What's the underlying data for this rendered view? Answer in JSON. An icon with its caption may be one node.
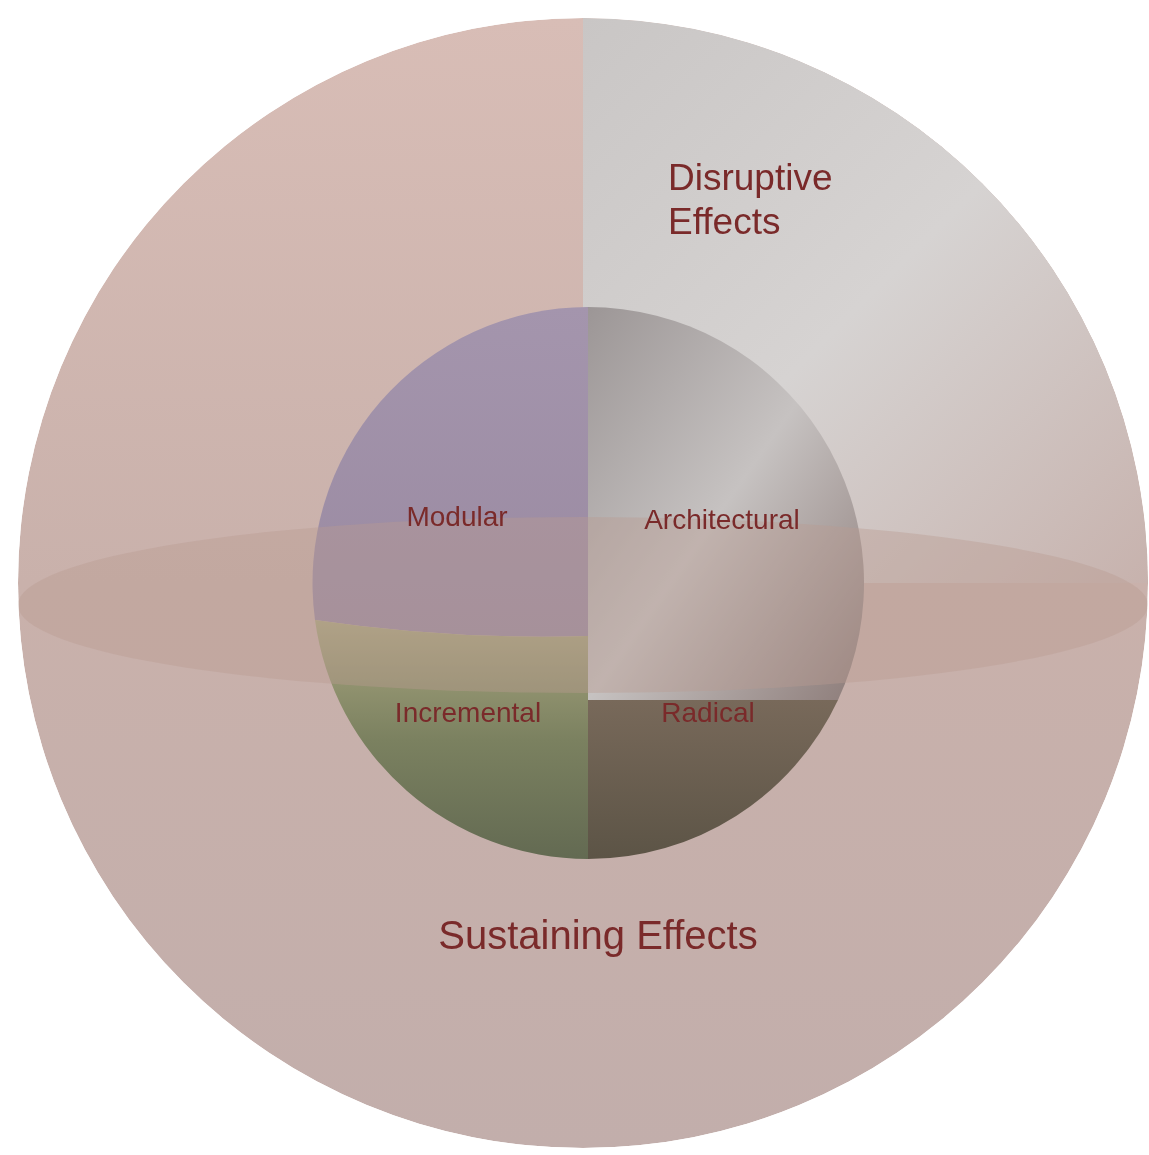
{
  "diagram": {
    "nodes": [
      {
        "text": [
          "Sustaining Effects"
        ]
      },
      {
        "text": [
          "Disruptive Effects"
        ],
        "in": 0
      },
      {
        "text": [],
        "shape": "ellipse",
        "in": 0
      },
      {
        "text": [
          "Modular"
        ],
        "in": 0
      },
      {
        "text": [
          "Architectural"
        ],
        "in": 0
      },
      {
        "text": [
          "Incremental"
        ],
        "in": 0
      },
      {
        "text": [
          "Radical"
        ],
        "in": 0
      }
    ]
  }
}
